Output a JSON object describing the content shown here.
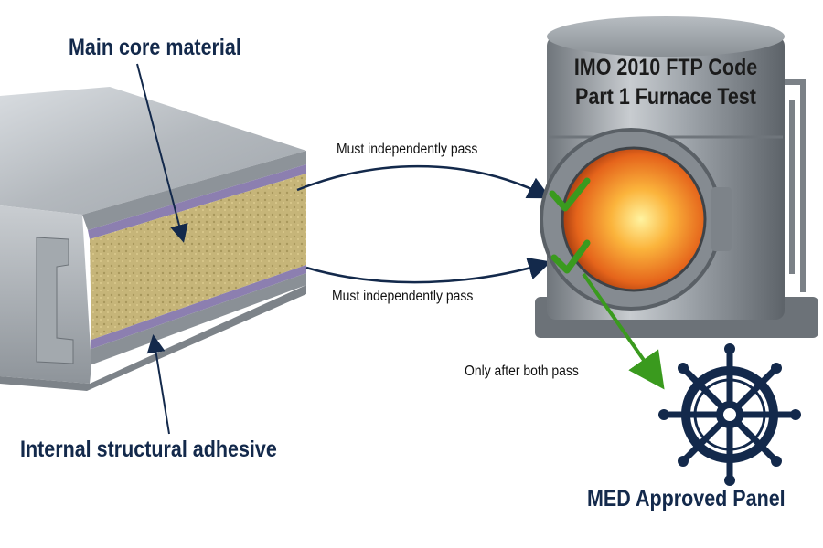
{
  "labels": {
    "main_core": "Main core material",
    "adhesive": "Internal structural adhesive",
    "must_pass_1": "Must independently pass",
    "must_pass_2": "Must independently pass",
    "only_after": "Only after both pass",
    "furnace_line1": "IMO 2010 FTP Code",
    "furnace_line2": "Part 1 Furnace Test",
    "approved": "MED Approved Panel"
  },
  "colors": {
    "navy": "#13294b",
    "green": "#3a9a1e",
    "mineral_wool": "#c8b77a",
    "steel": "#b9bec3",
    "adhesive_layer": "#8c7fb0",
    "fire": "#f08a1c"
  },
  "icons": [
    "check-icon",
    "check-icon",
    "ship-wheel-icon"
  ]
}
